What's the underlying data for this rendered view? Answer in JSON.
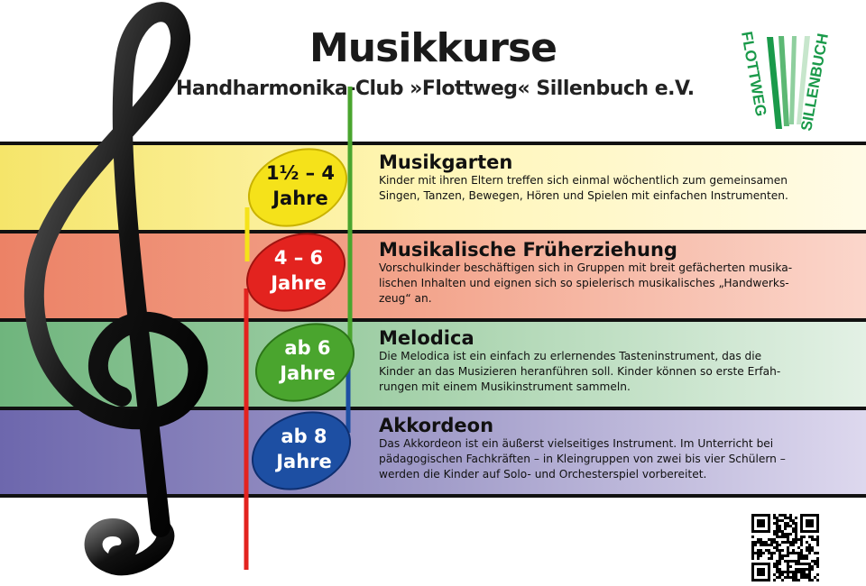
{
  "header": {
    "title": "Musikkurse",
    "subtitle": "Handharmonika-Club »Flottweg« Sillenbuch e.V."
  },
  "logo": {
    "text_left": "FLOTTWEG",
    "text_right": "SILLENBUCH",
    "color": "#1a9a4a"
  },
  "courses": [
    {
      "age_top": "1½ – 4",
      "age_bottom": "Jahre",
      "note_color": "#f5e21a",
      "title": "Musikgarten",
      "lines": [
        "Kinder mit ihren Eltern treffen sich einmal wöchentlich zum gemeinsamen",
        "Singen, Tanzen, Bewegen, Hören und Spielen mit einfachen Instrumenten."
      ]
    },
    {
      "age_top": "4 – 6",
      "age_bottom": "Jahre",
      "note_color": "#e3231f",
      "title": "Musikalische Früherziehung",
      "lines": [
        "Vorschulkinder beschäftigen sich in Gruppen mit breit gefächerten musika-",
        "lischen Inhalten und eignen sich so spielerisch musikalisches „Handwerks-",
        "zeug“ an."
      ]
    },
    {
      "age_top": "ab 6",
      "age_bottom": "Jahre",
      "note_color": "#4aa52e",
      "title": "Melodica",
      "lines": [
        "Die Melodica ist ein einfach zu erlernendes Tasteninstrument, das die",
        "Kinder an das Musizieren heranführen soll. Kinder können so erste Erfah-",
        "rungen mit einem Musikinstrument sammeln."
      ]
    },
    {
      "age_top": "ab 8",
      "age_bottom": "Jahre",
      "note_color": "#1d4fa3",
      "title": "Akkordeon",
      "lines": [
        "Das Akkordeon ist ein äußerst vielseitiges Instrument. Im Unterricht  bei",
        "pädagogischen Fachkräften – in Kleingruppen von zwei bis vier Schülern –",
        "werden die Kinder auf Solo- und Orchesterspiel vorbereitet."
      ]
    }
  ]
}
